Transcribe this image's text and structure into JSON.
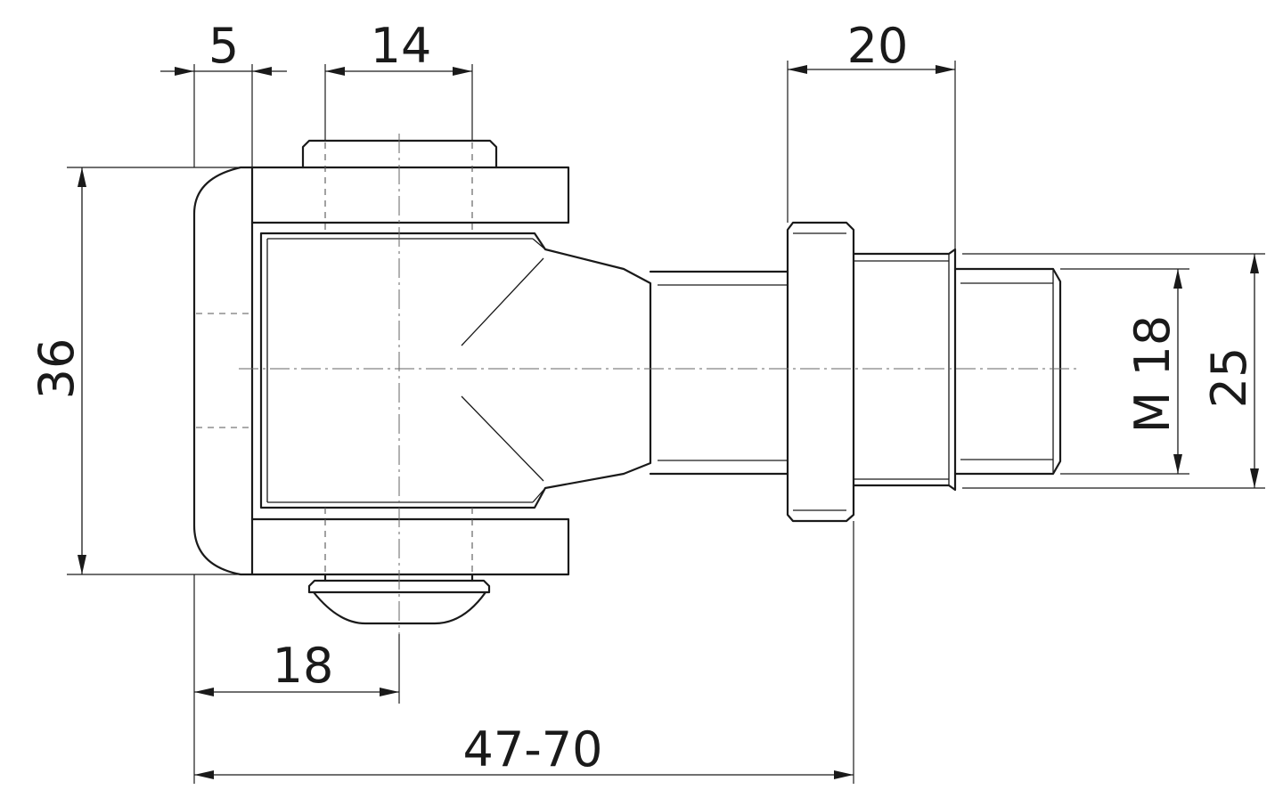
{
  "drawing": {
    "dimensions": {
      "flange_gap": "5",
      "pin_width": "14",
      "collar_width": "20",
      "body_height": "36",
      "thread_size": "M 18",
      "shaft_diameter": "25",
      "pin_offset": "18",
      "total_length": "47-70"
    },
    "colors": {
      "line": "#1a1a1a",
      "background": "#ffffff"
    }
  }
}
